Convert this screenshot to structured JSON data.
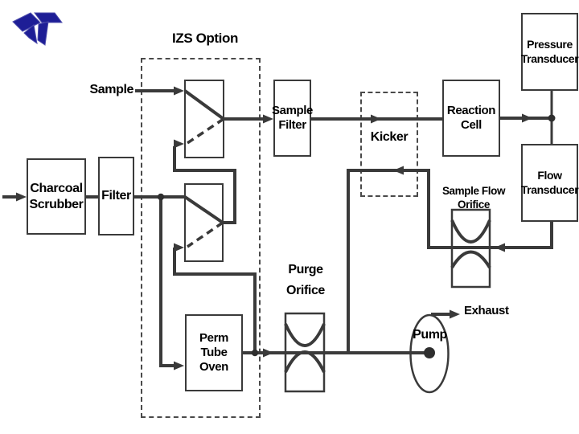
{
  "logo": {
    "icon": "teledyne-logo"
  },
  "labels": {
    "sample": "Sample",
    "izs_option": "IZS Option",
    "kicker": "Kicker",
    "purge_orifice": [
      "Purge",
      "Orifice"
    ],
    "sample_flow_orifice": "Sample Flow Orifice",
    "exhaust": "Exhaust",
    "pump": "Pump"
  },
  "boxes": {
    "charcoal_scrubber": [
      "Charcoal",
      "Scrubber"
    ],
    "filter": [
      "Filter"
    ],
    "sample_filter": [
      "Sample",
      "Filter"
    ],
    "reaction_cell": [
      "Reaction",
      "Cell"
    ],
    "pressure_transducer": [
      "Pressure",
      "Transducer"
    ],
    "flow_transducer": [
      "Flow",
      "Transducer"
    ],
    "perm_tube_oven": [
      "Perm Tube",
      "Oven"
    ]
  },
  "colors": {
    "line": "#3a3a3a",
    "text": "#000000",
    "logo": "#1e1e96",
    "background": "#ffffff"
  }
}
